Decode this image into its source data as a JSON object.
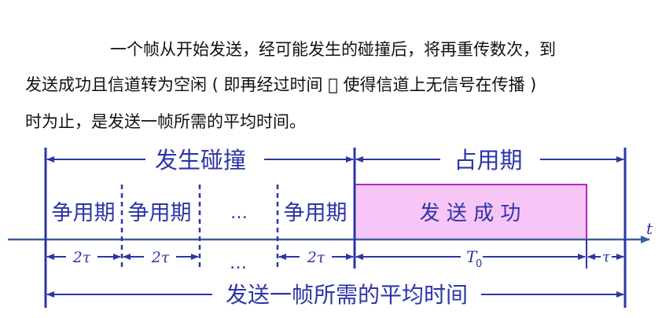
{
  "paragraph": {
    "line1": "一个帧从开始发送，经可能发生的碰撞后，将再重传数次，到",
    "line2": "发送成功且信道转为空闲 ( 即再经过时间 ￿   使得信道上无信号在传播 )",
    "line3": "时为止，是发送一帧所需的平均时间。"
  },
  "diagram": {
    "collision_label": "发生碰撞",
    "occupy_label": "占用期",
    "contention_labels": [
      "争用期",
      "争用期",
      "争用期"
    ],
    "ellipsis": "…",
    "success_label": "发 送 成 功",
    "axis_label": "t",
    "interval_2tau": "2τ",
    "t0_main": "T",
    "t0_sub": "0",
    "tau_label": "τ",
    "avg_time_label": "发送一帧所需的平均时间",
    "colors": {
      "ink": "#2c35a8",
      "success_fill": "#f7c6f7",
      "success_border": "#c020c0",
      "axis": "#3a5f9c"
    }
  }
}
